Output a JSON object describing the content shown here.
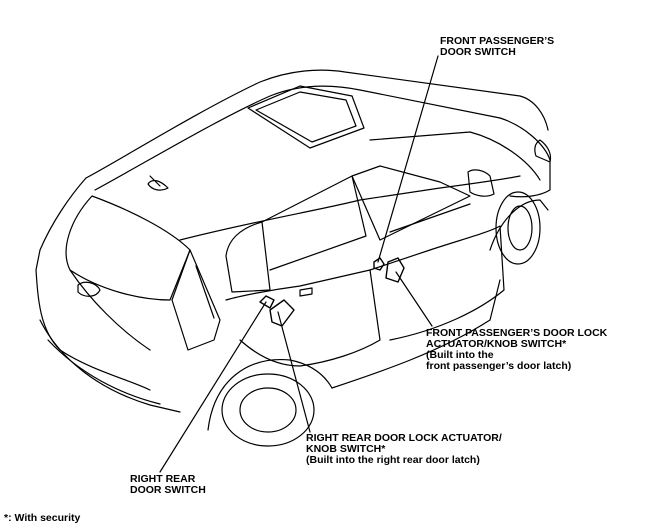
{
  "labels": {
    "front_passenger_door_switch": [
      "FRONT PASSENGER’S",
      "DOOR SWITCH"
    ],
    "front_passenger_actuator": [
      "FRONT PASSENGER’S DOOR LOCK",
      "ACTUATOR/KNOB SWITCH*",
      "(Built into the",
      "front passenger’s door latch)"
    ],
    "right_rear_actuator": [
      "RIGHT REAR DOOR LOCK ACTUATOR/",
      "KNOB SWITCH*",
      "(Built into the right rear door latch)"
    ],
    "right_rear_door_switch": [
      "RIGHT REAR",
      "DOOR SWITCH"
    ],
    "footnote": "*: With security"
  },
  "colors": {
    "line": "#000000",
    "background": "#ffffff"
  }
}
